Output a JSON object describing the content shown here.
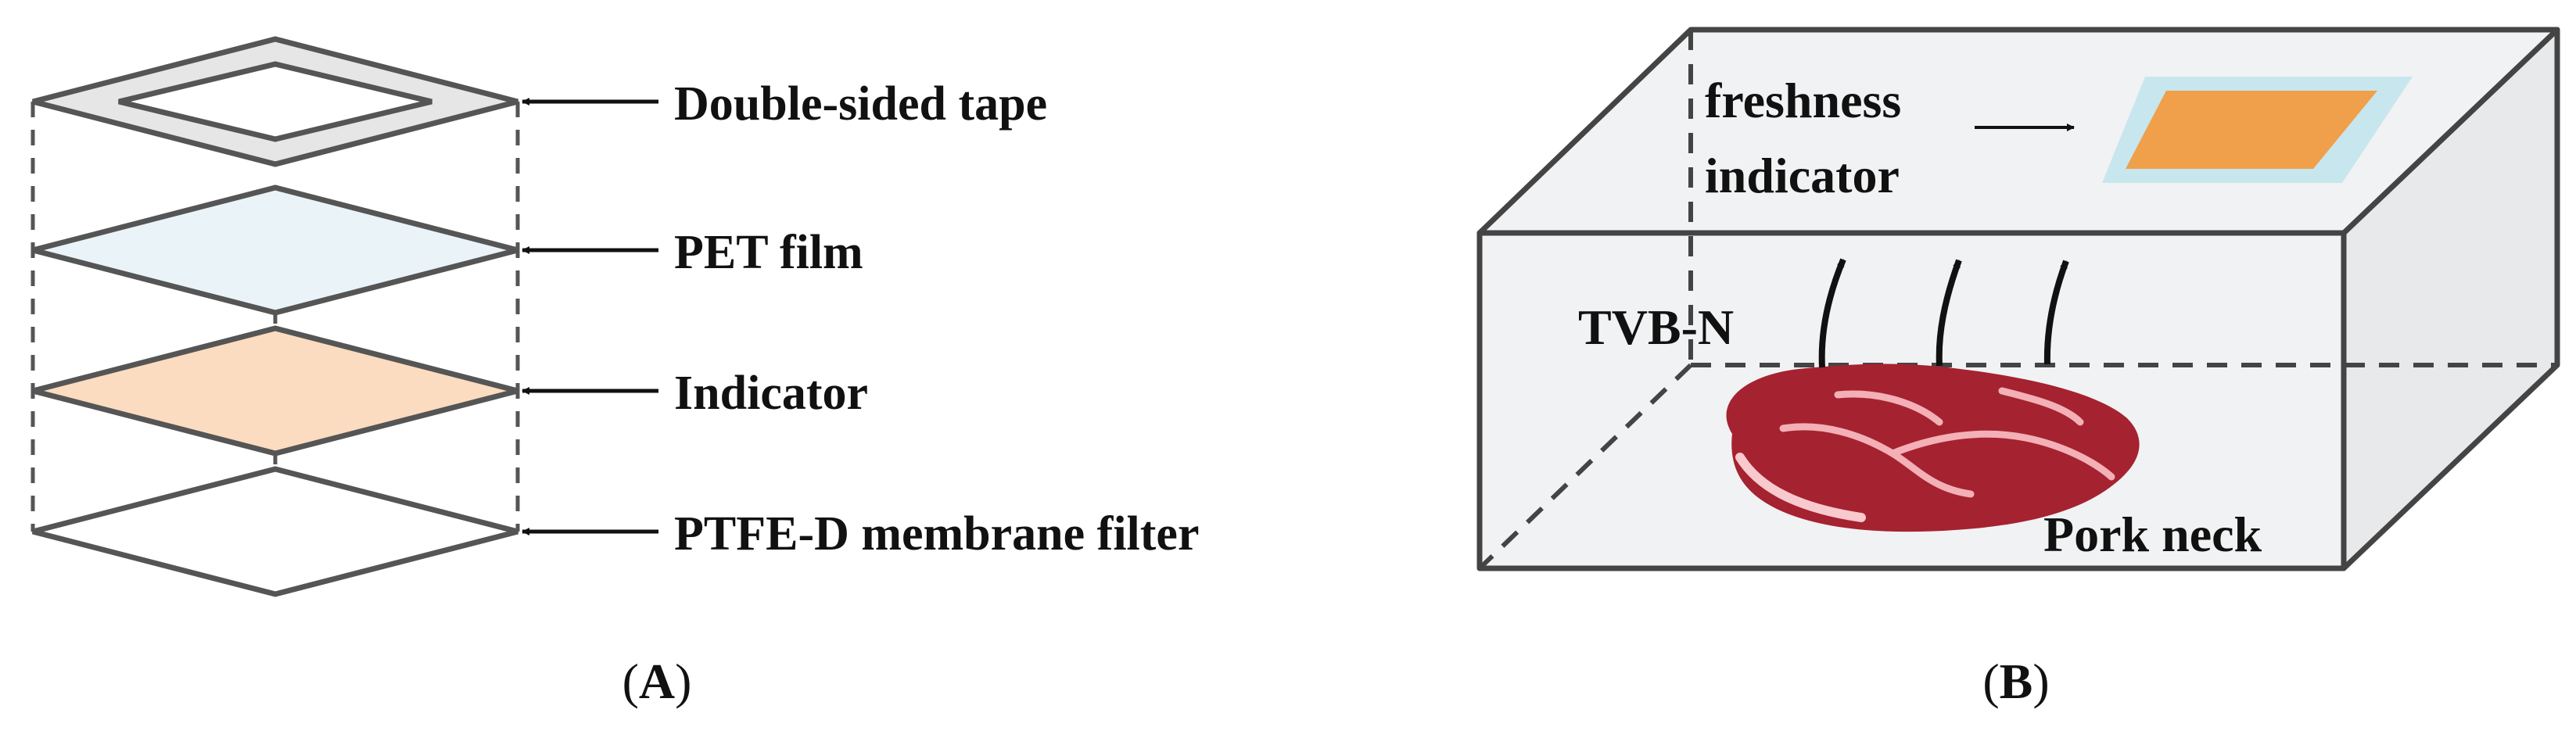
{
  "panel_a": {
    "label_open": "(",
    "label_letter": "A",
    "label_close": ")",
    "layers": [
      {
        "name": "Double-sided tape",
        "fill": "#e6e6e6"
      },
      {
        "name": "PET film",
        "fill": "#eaf4f8"
      },
      {
        "name": "Indicator",
        "fill": "#fbdcc0"
      },
      {
        "name": "PTFE-D membrane filter",
        "fill": "#ffffff"
      }
    ]
  },
  "panel_b": {
    "label_open": "(",
    "label_letter": "B",
    "label_close": ")",
    "indicator_label_line1": "freshness",
    "indicator_label_line2": "indicator",
    "gas_label": "TVB-N",
    "sample_label": "Pork neck",
    "indicator_colors": {
      "outer": "#c8e6ee",
      "inner": "#f0a04a"
    },
    "box_fill": "#f1f2f3",
    "meat_color": "#a52230"
  },
  "colors": {
    "stroke": "#444444",
    "arrow": "#111111"
  }
}
